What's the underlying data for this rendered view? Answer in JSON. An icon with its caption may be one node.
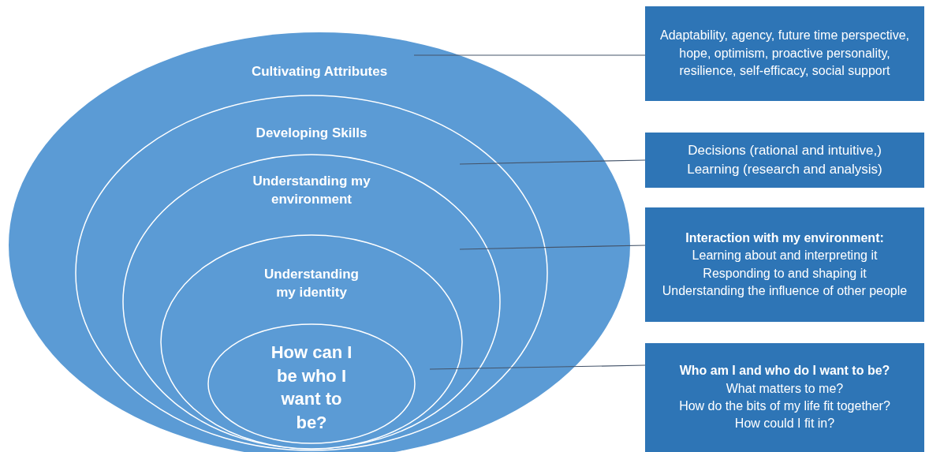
{
  "diagram": {
    "nodes": [
      {
        "text": [
          "Cultivating Attributes"
        ]
      },
      {
        "text": [
          "Developing Skills"
        ],
        "in": 0
      },
      {
        "text": [
          "Understanding my environment"
        ],
        "in": 1
      },
      {
        "text": [
          "Understanding my identity"
        ],
        "in": 2
      },
      {
        "text": [
          "How can I be who I want to be?"
        ],
        "in": 3
      },
      {
        "text": [
          "Adaptability, agency, future time perspective, hope, optimism, proactive personality, resilience, self-efficacy, social support"
        ]
      },
      {
        "text": [
          "Decisions (rational and intuitive,)",
          "Learning (research and analysis)"
        ]
      },
      {
        "text": [
          "Interaction with my environment:",
          "Learning about and interpreting it",
          "Responding to and shaping it",
          "Understanding the influence of other people"
        ]
      },
      {
        "text": [
          "Who am I and who do I want to be?",
          "What matters to me?",
          "How do the bits of my life fit together?",
          "How could I fit in?"
        ]
      }
    ],
    "edges": [
      {
        "from": 0,
        "to": 5,
        "arrow": "none"
      },
      {
        "from": 1,
        "to": 6,
        "arrow": "none"
      },
      {
        "from": 2,
        "to": 7,
        "arrow": "none"
      },
      {
        "from": 4,
        "to": 8,
        "arrow": "none"
      }
    ]
  }
}
